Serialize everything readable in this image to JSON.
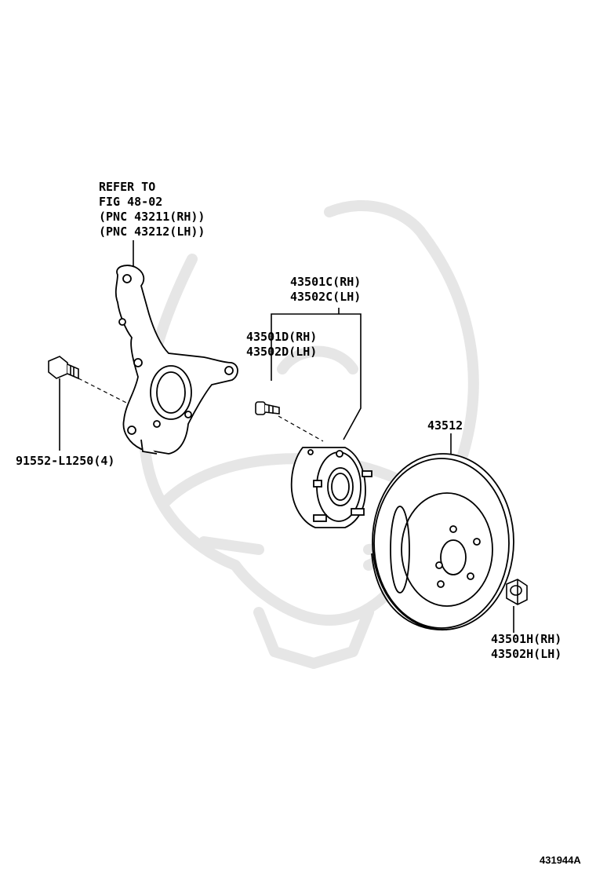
{
  "figure_id": "431944A",
  "colors": {
    "line": "#000000",
    "watermark": "#e9e9e9",
    "background": "#ffffff"
  },
  "callouts": {
    "knuckle_ref": {
      "line1": "REFER TO",
      "line2": "FIG 48-02",
      "line3": "(PNC 43211(RH))",
      "line4": "(PNC 43212(LH))"
    },
    "bolt": {
      "part_no": "91552-L1250(4)"
    },
    "hub_assy": {
      "rh": "43501C(RH)",
      "lh": "43502C(LH)"
    },
    "hub_bolt": {
      "rh": "43501D(RH)",
      "lh": "43502D(LH)"
    },
    "disc": {
      "part_no": "43512"
    },
    "nut": {
      "rh": "43501H(RH)",
      "lh": "43502H(LH)"
    }
  },
  "watermark_icon": "samurai-helmet-icon"
}
